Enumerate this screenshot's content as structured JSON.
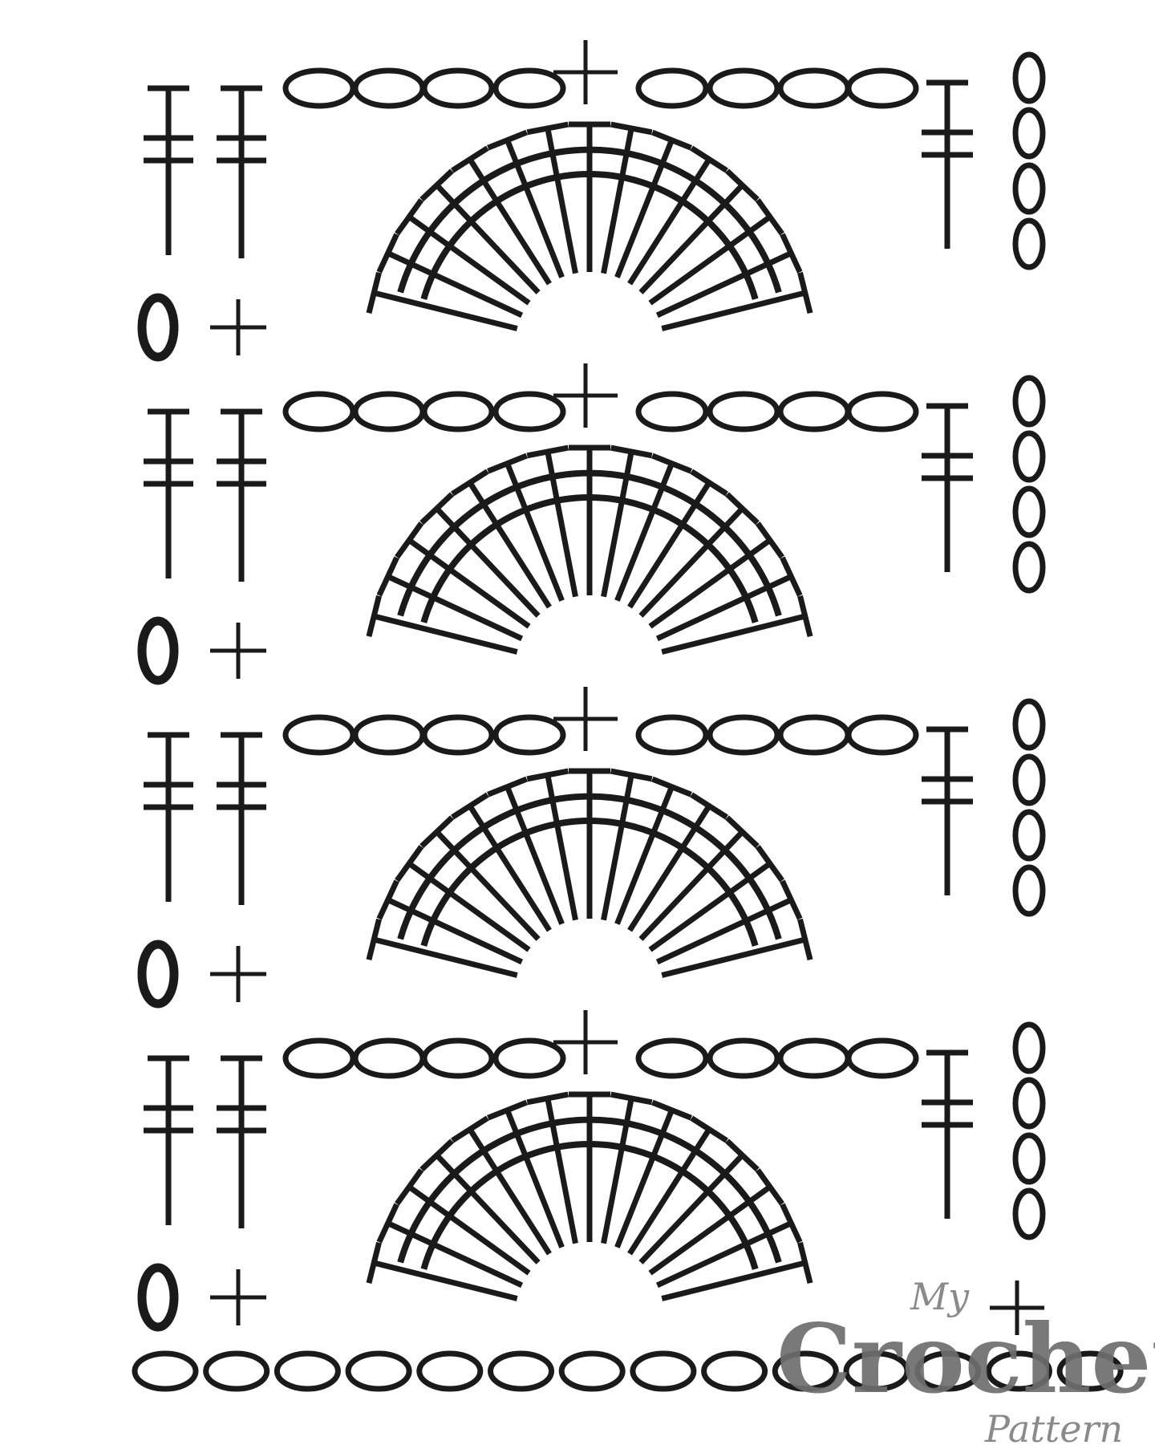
{
  "diagram": {
    "kind": "crochet-stitch-chart",
    "ink_color": "#1a1a1a",
    "background_color": "#ffffff",
    "repeat_count": 4,
    "top_chain_count": 8,
    "left_column_treble_count": 2,
    "right_column_chain_count": 4,
    "fan_stitch_count": 15,
    "foundation_chain_count": 14,
    "symbols": {
      "chain": "chain-stitch-oval",
      "single_crochet": "plus-symbol",
      "treble": "treble-stitch-symbol"
    }
  },
  "watermark": {
    "line1": "My",
    "line2": "Crochet",
    "line3": "Pattern",
    "color": "#7a7a7a"
  }
}
